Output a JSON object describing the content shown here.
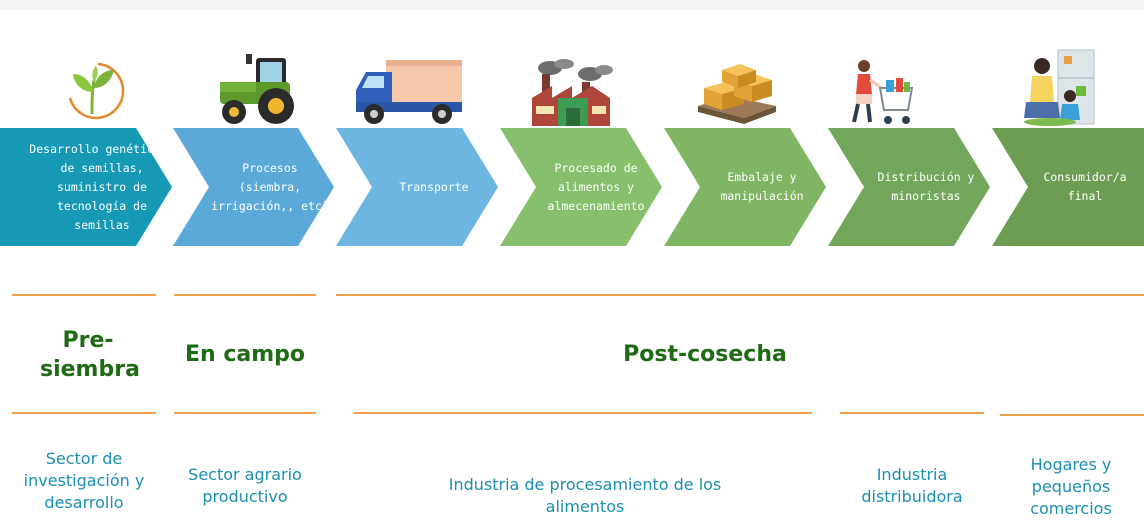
{
  "stages": [
    {
      "label": "Desarrollo genético y de semillas, suministro de tecnología de semillas",
      "color": "#1599b5",
      "icon": "sprout-icon"
    },
    {
      "label": "Procesos (siembra, irrigación,, etc)",
      "color": "#5aa9d9",
      "icon": "tractor-icon"
    },
    {
      "label": "Transporte",
      "color": "#6db6e2",
      "icon": "truck-icon"
    },
    {
      "label": "Procesado de alimentos y almecenamiento",
      "color": "#86c06c",
      "icon": "factory-icon"
    },
    {
      "label": "Embalaje y manipulación",
      "color": "#7fb563",
      "icon": "boxes-pallet-icon"
    },
    {
      "label": "Distribución y minoristas",
      "color": "#72a65a",
      "icon": "shopper-cart-icon"
    },
    {
      "label": "Consumidor/a final",
      "color": "#6c9d53",
      "icon": "family-kitchen-icon"
    }
  ],
  "phases": [
    {
      "label": "Pre-siembra"
    },
    {
      "label": "En campo"
    },
    {
      "label": "Post-cosecha"
    }
  ],
  "sectors": [
    {
      "label": "Sector de investigación y desarrollo"
    },
    {
      "label": "Sector agrario productivo"
    },
    {
      "label": "Industria de procesamiento de los alimentos"
    },
    {
      "label": "Industria distribuidora"
    },
    {
      "label": "Hogares y pequeños comercios"
    }
  ],
  "colors": {
    "phase_text": "#1f6b15",
    "sector_text": "#1b8fb1",
    "divider": "#f0a04a"
  }
}
